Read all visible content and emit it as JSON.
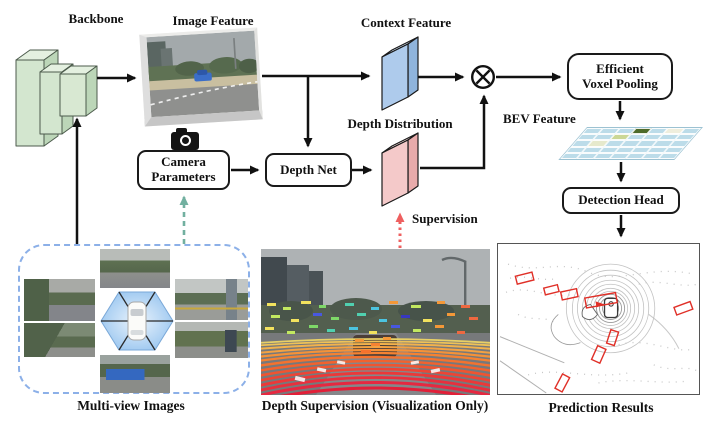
{
  "diagram": {
    "labels": {
      "backbone": "Backbone",
      "image_feature": "Image Feature",
      "context_feature": "Context Feature",
      "depth_distribution": "Depth Distribution",
      "bev_feature": "BEV Feature",
      "supervision": "Supervision"
    },
    "nodes": {
      "camera_parameters": "Camera Parameters",
      "depth_net": "Depth Net",
      "efficient_voxel_pooling": "Efficient Voxel Pooling",
      "detection_head": "Detection Head"
    },
    "captions": {
      "multi_view_images": "Multi-view Images",
      "depth_supervision": "Depth Supervision (Visualization Only)",
      "prediction_results": "Prediction Results"
    },
    "operators": {
      "fusion": "⊗"
    },
    "colors": {
      "backbone_green": "#d3e6cf",
      "context_blue": "#aecbec",
      "depth_pink": "#f4c9c9",
      "panel_dashed_blue": "#8cb0e8",
      "supervision_arrow_red": "#ee5f5f",
      "camera_link_teal": "#72b0a0",
      "detection_box_red": "#e03028"
    },
    "bev_grid": {
      "rows": 5,
      "cols": 7,
      "base_color": "#bcdce9",
      "highlights": [
        {
          "row": 0,
          "col": 3,
          "color": "#4d6b2a"
        },
        {
          "row": 0,
          "col": 5,
          "color": "#efeedd"
        },
        {
          "row": 1,
          "col": 2,
          "color": "#cbd795"
        },
        {
          "row": 2,
          "col": 1,
          "color": "#e6e9cc"
        }
      ]
    }
  }
}
